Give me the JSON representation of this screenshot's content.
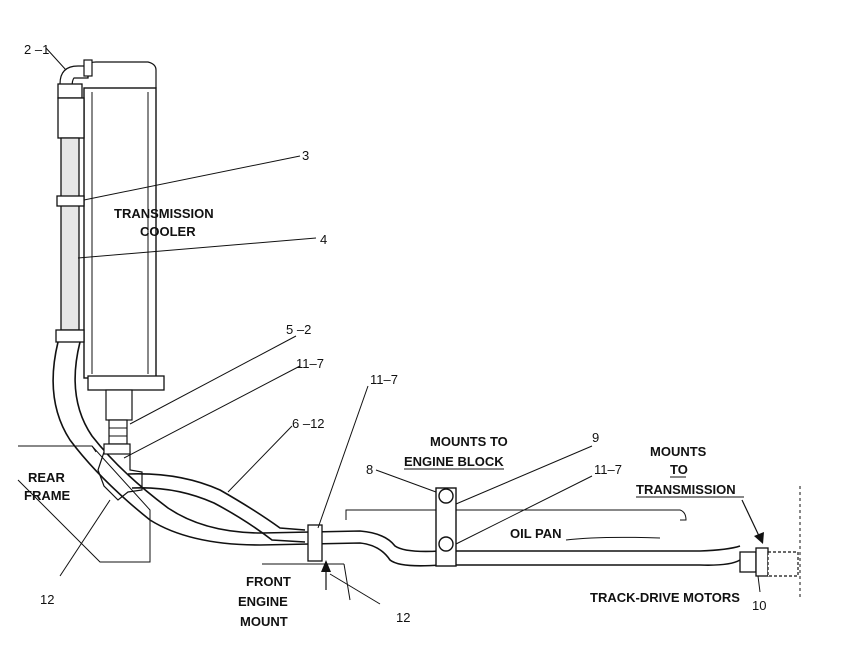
{
  "callouts": {
    "c_2_1": "2 –1",
    "c_3": "3",
    "c_4": "4",
    "c_5_2": "5 –2",
    "c_11_7_a": "11–7",
    "c_11_7_b": "11–7",
    "c_11_7_c": "11–7",
    "c_6_12": "6 –12",
    "c_9": "9",
    "c_8": "8",
    "c_12_a": "12",
    "c_12_b": "12",
    "c_10": "10"
  },
  "labels": {
    "transmission_cooler": [
      "TRANSMISSION",
      "COOLER"
    ],
    "rear_frame": [
      "REAR",
      "FRAME"
    ],
    "front_engine_mount": [
      "FRONT",
      "ENGINE",
      "MOUNT"
    ],
    "mounts_to_engine_block": [
      "MOUNTS TO",
      "ENGINE BLOCK"
    ],
    "mounts_to_transmission": [
      "MOUNTS",
      "TO",
      "TRANSMISSION"
    ],
    "oil_pan": "OIL PAN",
    "track_drive_motors": "TRACK-DRIVE MOTORS"
  },
  "colors": {
    "ink": "#111111",
    "paper": "#ffffff",
    "hose_fill": "#e6e6e6"
  }
}
